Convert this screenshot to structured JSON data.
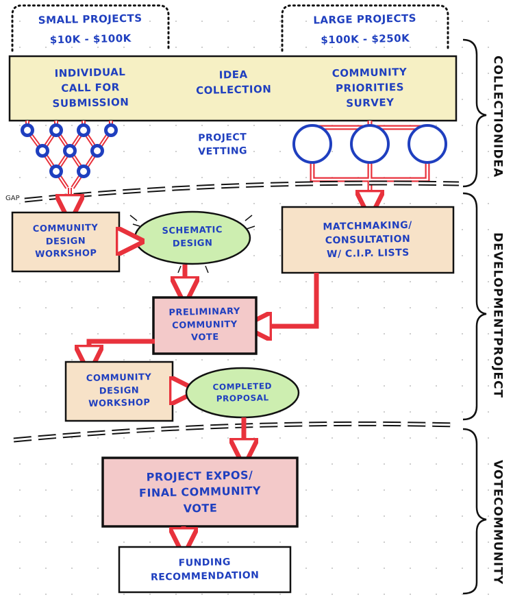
{
  "top_groups": {
    "small": {
      "title": "SMALL PROJECTS",
      "range": "$10K - $100K"
    },
    "large": {
      "title": "LARGE PROJECTS",
      "range": "$100K - $250K"
    }
  },
  "idea_bar": {
    "left": [
      "INDIVIDUAL",
      "CALL FOR",
      "SUBMISSION"
    ],
    "center": [
      "IDEA",
      "COLLECTION"
    ],
    "right": [
      "COMMUNITY",
      "PRIORITIES",
      "SURVEY"
    ]
  },
  "vetting_label": [
    "PROJECT",
    "VETTING"
  ],
  "gap_label": "GAP",
  "boxes": {
    "design_workshop_1": [
      "COMMUNITY",
      "DESIGN",
      "WORKSHOP"
    ],
    "schematic_design": [
      "SCHEMATIC",
      "DESIGN"
    ],
    "matchmaking": [
      "MATCHMAKING/",
      "CONSULTATION",
      "W/ C.I.P. LISTS"
    ],
    "preliminary_vote": [
      "PRELIMINARY",
      "COMMUNITY",
      "VOTE"
    ],
    "design_workshop_2": [
      "COMMUNITY",
      "DESIGN",
      "WORKSHOP"
    ],
    "completed_proposal": [
      "COMPLETED",
      "PROPOSAL"
    ],
    "final_vote": [
      "PROJECT EXPOS/",
      "FINAL COMMUNITY",
      "VOTE"
    ],
    "funding": [
      "FUNDING",
      "RECOMMENDATION"
    ]
  },
  "phases": {
    "idea_collection": [
      "IDEA",
      "COLLECTION"
    ],
    "project_development": [
      "PROJECT",
      "DEVELOPMENT"
    ],
    "community_vote": [
      "COMMUNITY",
      "VOTE"
    ]
  },
  "colors": {
    "ink_blue": "#1f3fbf",
    "arrow_red": "#e8323c",
    "bar_yellow": "#f6f0c4",
    "box_tan": "#f7e2c8",
    "box_pink": "#f3c9c9",
    "ellipse_green": "#cdeeb0"
  }
}
